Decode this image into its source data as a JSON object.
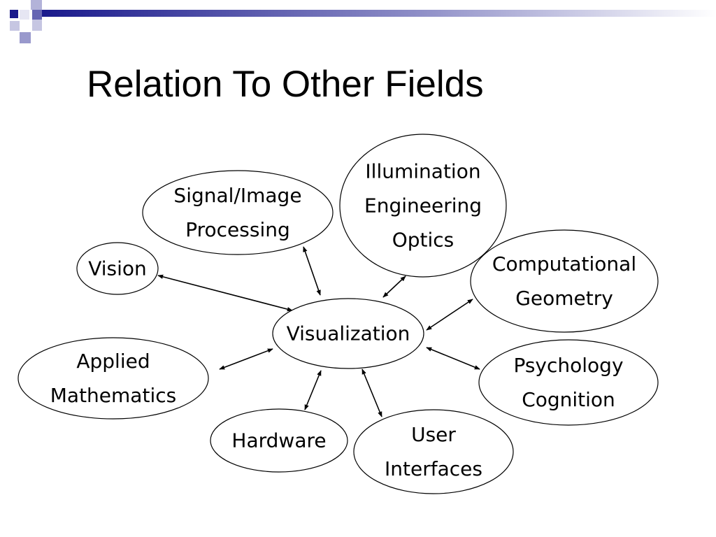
{
  "slide": {
    "title": "Relation To Other Fields"
  },
  "colors": {
    "accent_dark": "#1a1a8c",
    "accent_mid": "#6666b3",
    "accent_light": "#b3b3d9",
    "text": "#000000"
  },
  "diagram": {
    "center": {
      "lines": [
        "Visualization"
      ]
    },
    "fields": [
      {
        "id": "vision",
        "lines": [
          "Vision"
        ]
      },
      {
        "id": "signal",
        "lines": [
          "Signal/Image",
          "Processing"
        ]
      },
      {
        "id": "illumination",
        "lines": [
          "Illumination",
          "Engineering",
          "Optics"
        ]
      },
      {
        "id": "geometry",
        "lines": [
          "Computational",
          "Geometry"
        ]
      },
      {
        "id": "psychology",
        "lines": [
          "Psychology",
          "Cognition"
        ]
      },
      {
        "id": "ui",
        "lines": [
          "User",
          "Interfaces"
        ]
      },
      {
        "id": "hardware",
        "lines": [
          "Hardware"
        ]
      },
      {
        "id": "math",
        "lines": [
          "Applied",
          "Mathematics"
        ]
      }
    ],
    "connections": [
      {
        "from": "center",
        "to": "vision",
        "type": "bidirectional"
      },
      {
        "from": "center",
        "to": "signal",
        "type": "bidirectional"
      },
      {
        "from": "center",
        "to": "illumination",
        "type": "bidirectional"
      },
      {
        "from": "center",
        "to": "geometry",
        "type": "bidirectional"
      },
      {
        "from": "center",
        "to": "psychology",
        "type": "bidirectional"
      },
      {
        "from": "center",
        "to": "ui",
        "type": "bidirectional"
      },
      {
        "from": "center",
        "to": "hardware",
        "type": "bidirectional"
      },
      {
        "from": "center",
        "to": "math",
        "type": "bidirectional"
      }
    ]
  }
}
